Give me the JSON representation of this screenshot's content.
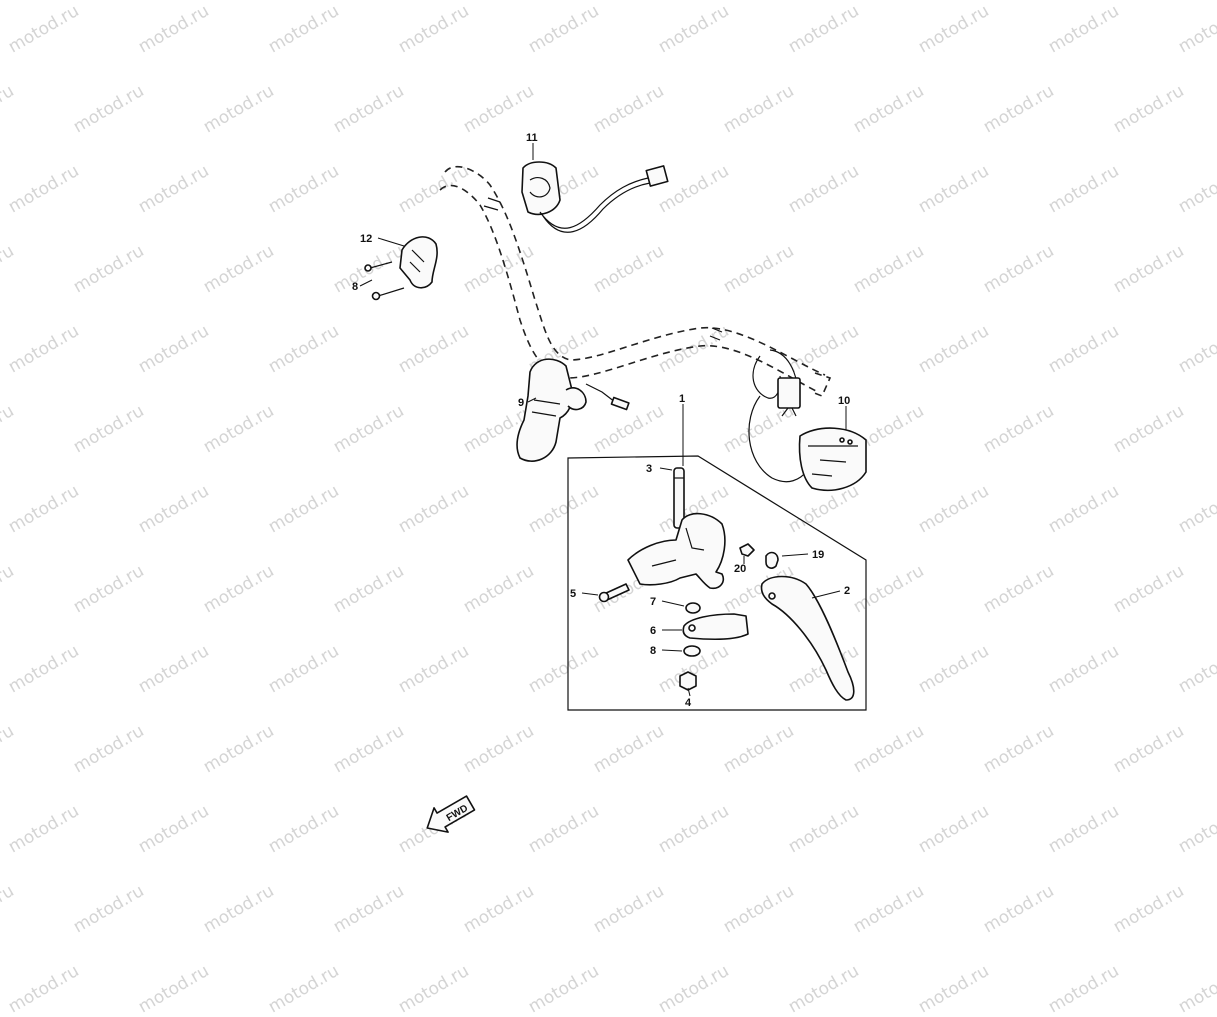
{
  "watermark": {
    "text": "motod.ru"
  },
  "fwd_label": "FWD",
  "callouts": [
    {
      "id": "callout-1",
      "text": "1"
    },
    {
      "id": "callout-2",
      "text": "2"
    },
    {
      "id": "callout-3",
      "text": "3"
    },
    {
      "id": "callout-4",
      "text": "4"
    },
    {
      "id": "callout-5",
      "text": "5"
    },
    {
      "id": "callout-6",
      "text": "6"
    },
    {
      "id": "callout-7",
      "text": "7"
    },
    {
      "id": "callout-8",
      "text": "8"
    },
    {
      "id": "callout-8b",
      "text": "8"
    },
    {
      "id": "callout-9",
      "text": "9"
    },
    {
      "id": "callout-10",
      "text": "10"
    },
    {
      "id": "callout-11",
      "text": "11"
    },
    {
      "id": "callout-12",
      "text": "12"
    },
    {
      "id": "callout-19",
      "text": "19"
    },
    {
      "id": "callout-20",
      "text": "20"
    }
  ]
}
